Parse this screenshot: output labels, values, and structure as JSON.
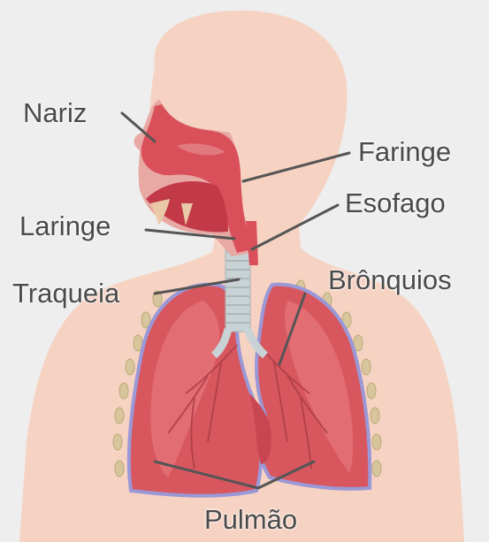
{
  "labels": {
    "nariz": "Nariz",
    "faringe": "Faringe",
    "esofago": "Esofago",
    "laringe": "Laringe",
    "traqueia": "Traqueia",
    "bronquios": "Brônquios",
    "pulmao": "Pulmão"
  },
  "colors": {
    "background": "#eeeeee",
    "skin": "#f6d2c2",
    "lung": "#d8575f",
    "lung_outline": "#9a98d6",
    "airway": "#d9505a",
    "trachea": "#c9d2d4",
    "rib": "#d7c69b",
    "leader_line": "#555555"
  }
}
